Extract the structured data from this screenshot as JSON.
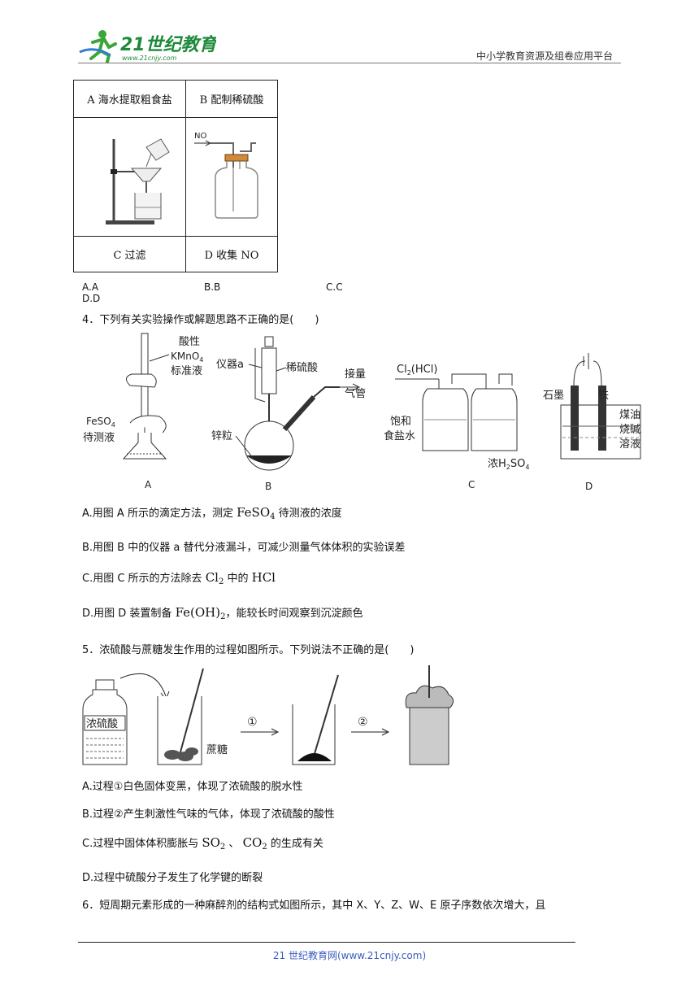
{
  "header": {
    "logo_text": "21世纪教育",
    "logo_url_text": "www.21cnjy.com",
    "platform_text": "中小学教育资源及组卷应用平台"
  },
  "q3_table": {
    "cell_a": "A 海水提取粗食盐",
    "cell_b": "B 配制稀硫酸",
    "cell_c": "C 过滤",
    "cell_d": "D 收集 NO",
    "no_label": "NO"
  },
  "q3_options": [
    "A.A",
    "B.B",
    "C.C",
    "D.D"
  ],
  "q4": {
    "stem": "4．下列有关实验操作或解题思路不正确的是(　　)",
    "fig": {
      "a_reagent1": "酸性",
      "a_reagent2": "KMnO",
      "a_reagent2_sub": "4",
      "a_reagent3": "标准液",
      "a_sample1": "FeSO",
      "a_sample1_sub": "4",
      "a_sample2": "待测液",
      "b_instrument": "仪器a",
      "b_acid": "稀硫酸",
      "b_zinc": "锌粒",
      "b_connect1": "接量",
      "b_connect2": "气管",
      "c_gas": "Cl",
      "c_gas_sub": "2",
      "c_gas_rest": "(HCl)",
      "c_bottle1_1": "饱和",
      "c_bottle1_2": "食盐水",
      "c_bottle2": "浓H",
      "c_bottle2_sub": "2",
      "c_bottle2_rest": "SO",
      "c_bottle2_sub2": "4",
      "d_graphite": "石墨",
      "d_iron": "铁",
      "d_kerosene": "煤油",
      "d_naoh1": "烧碱",
      "d_naoh2": "溶液",
      "label_a": "A",
      "label_b": "B",
      "label_c": "C",
      "label_d": "D"
    },
    "opt_a_pre": "A.用图 A 所示的滴定方法，测定 ",
    "opt_a_chem": "FeSO",
    "opt_a_sub": "4",
    "opt_a_post": " 待测液的浓度",
    "opt_b": "B.用图 B 中的仪器 a 替代分液漏斗，可减少测量气体体积的实验误差",
    "opt_c_pre": "C.用图 C 所示的方法除去 ",
    "opt_c_chem": "Cl",
    "opt_c_sub": "2",
    "opt_c_mid": " 中的 ",
    "opt_c_chem2": "HCl",
    "opt_d_pre": "D.用图 D 装置制备 ",
    "opt_d_chem": "Fe(OH)",
    "opt_d_sub": "2",
    "opt_d_post": "，能较长时间观察到沉淀颜色"
  },
  "q5": {
    "stem": "5．浓硫酸与蔗糖发生作用的过程如图所示。下列说法不正确的是(　　)",
    "fig": {
      "bottle_label": "浓硫酸",
      "sugar_label": "蔗糖",
      "step1": "①",
      "step2": "②"
    },
    "opt_a": "A.过程①白色固体变黑，体现了浓硫酸的脱水性",
    "opt_b": "B.过程②产生刺激性气味的气体，体现了浓硫酸的酸性",
    "opt_c_pre": "C.过程中固体体积膨胀与 ",
    "opt_c_chem1": "SO",
    "opt_c_sub1": "2",
    "opt_c_mid": " 、 ",
    "opt_c_chem2": "CO",
    "opt_c_sub2": "2",
    "opt_c_post": " 的生成有关",
    "opt_d": "D.过程中硫酸分子发生了化学键的断裂"
  },
  "q6": {
    "stem": "6．短周期元素形成的一种麻醉剂的结构式如图所示，其中 X、Y、Z、W、E 原子序数依次增大，且"
  },
  "footer": {
    "text": "21 世纪教育网(www.21cnjy.com)"
  }
}
